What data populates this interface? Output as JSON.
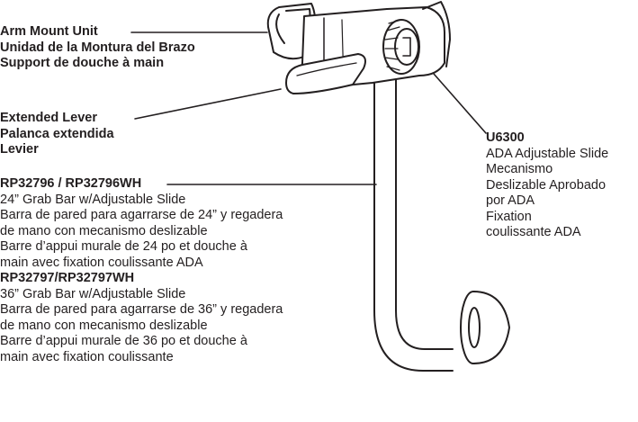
{
  "callouts": {
    "arm_mount": {
      "lines": [
        "Arm Mount Unit",
        "Unidad de la Montura del Brazo",
        "Support de douche à main"
      ]
    },
    "extended_lever": {
      "lines": [
        "Extended Lever",
        "Palanca extendida",
        "Levier"
      ]
    },
    "u6300": {
      "part": "U6300",
      "lines": [
        "ADA Adjustable Slide",
        "Mecanismo",
        "Deslizable Aprobado",
        "por ADA",
        "Fixation",
        "coulissante ADA"
      ]
    },
    "rp32796": {
      "part": "RP32796 / RP32796WH",
      "lines": [
        "24” Grab Bar w/Adjustable Slide",
        "Barra de pared para agarrarse de 24” y regadera",
        "de mano con mecanismo deslizable",
        "Barre d’appui murale de 24 po et douche à",
        "main avec fixation coulissante ADA"
      ]
    },
    "rp32797": {
      "part": "RP32797/RP32797WH",
      "lines": [
        "36” Grab Bar w/Adjustable Slide",
        "Barra de pared para agarrarse de 36” y regadera",
        "de mano con mecanismo deslizable",
        "Barre d’appui murale de 36 po et douche à",
        "main avec fixation coulissante"
      ]
    }
  },
  "colors": {
    "ink": "#231f20",
    "paper": "#ffffff"
  }
}
